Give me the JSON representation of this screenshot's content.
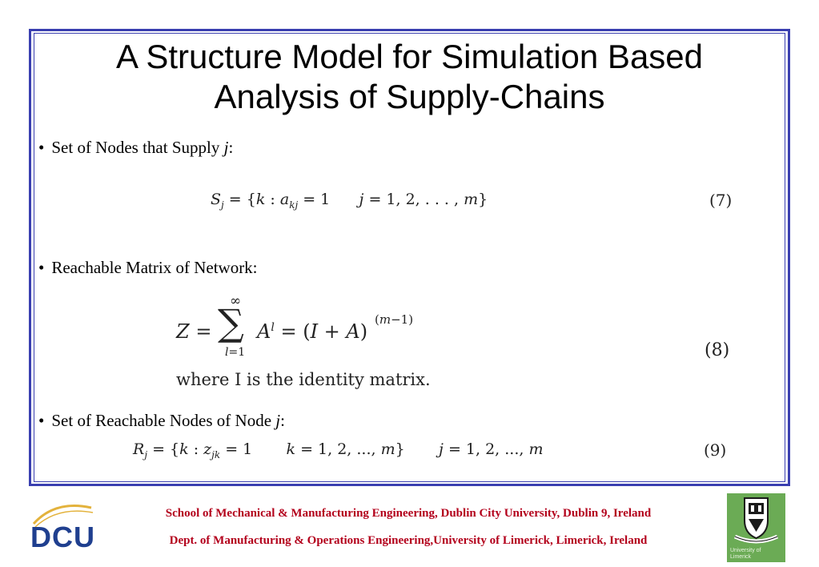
{
  "title_line1": "A Structure Model for Simulation Based",
  "title_line2": "Analysis of Supply-Chains",
  "bullets": [
    {
      "text": "Set of Nodes that Supply ",
      "var": "j",
      "suffix": ":"
    },
    {
      "text": "Reachable Matrix of Network:"
    },
    {
      "text": "Set of Reachable Nodes of Node ",
      "var": "j",
      "suffix": ":"
    }
  ],
  "equations": {
    "eq7": {
      "number": "(7)"
    },
    "eq8": {
      "number": "(8)",
      "note": "where I is the identity matrix."
    },
    "eq9": {
      "number": "(9)"
    }
  },
  "footer": {
    "line1": "School of Mechanical & Manufacturing Engineering, Dublin City University, Dublin 9, Ireland",
    "line2": "Dept. of Manufacturing & Operations Engineering,University of Limerick, Limerick, Ireland"
  },
  "logos": {
    "dcu_text": "DCU",
    "ul_text_line1": "University of",
    "ul_text_line2": "Limerick"
  },
  "colors": {
    "border": "#3a3fb0",
    "footer_text": "#b3001b",
    "ul_green": "#6bab55",
    "dcu_blue": "#1f3f8f",
    "dcu_gold": "#e3b23c"
  }
}
